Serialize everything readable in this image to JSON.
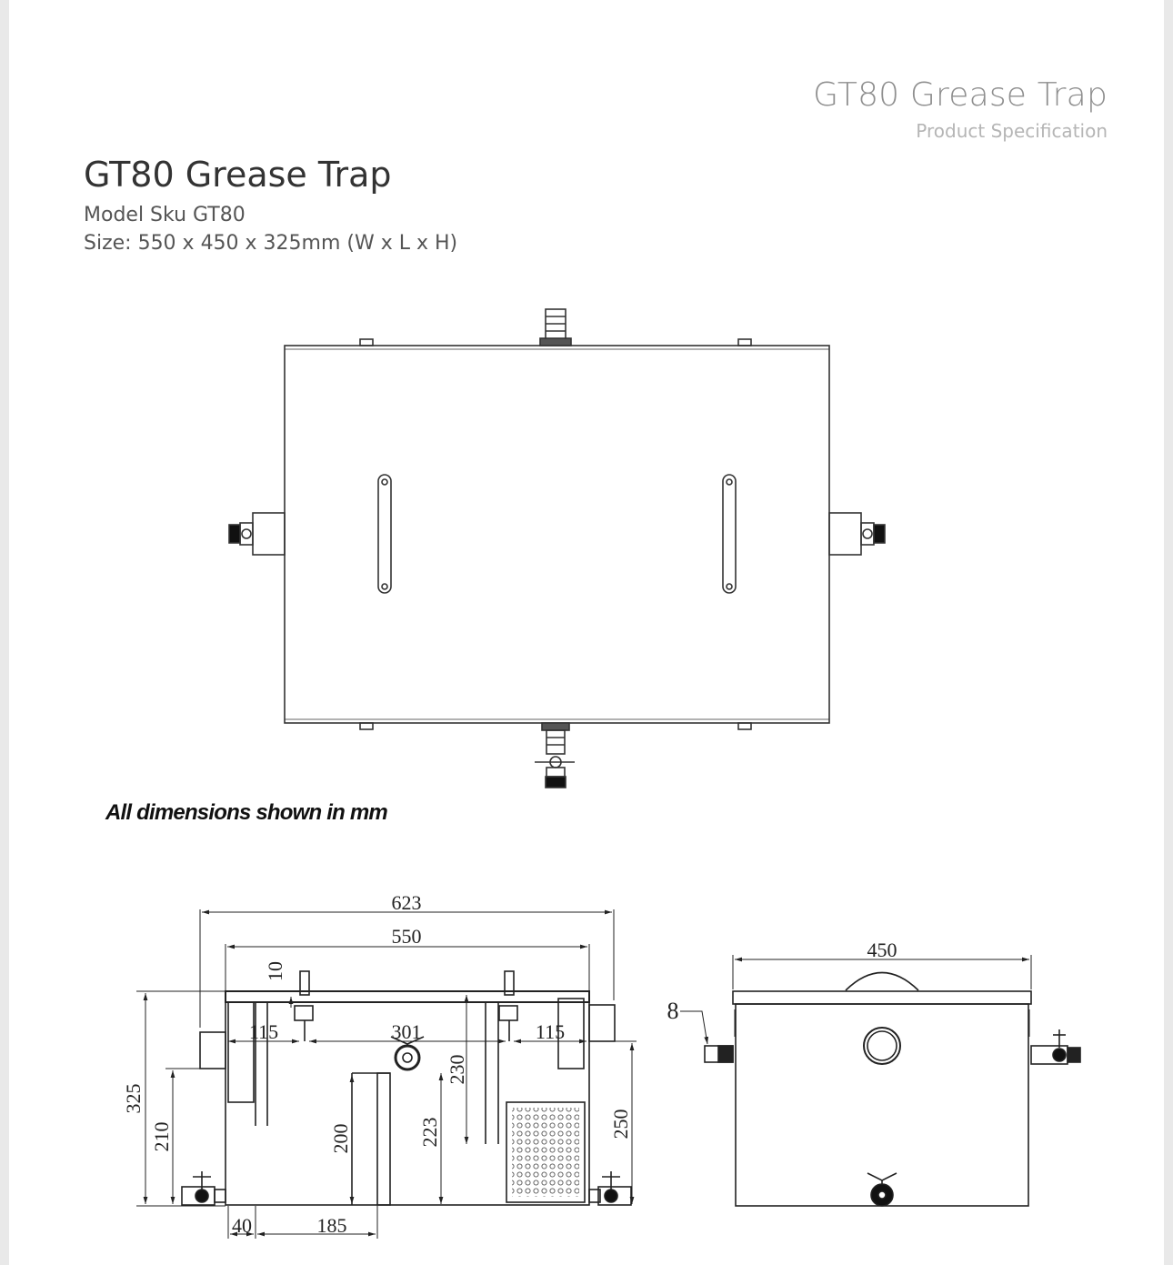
{
  "header": {
    "title": "GT80 Grease Trap",
    "subtitle": "Product Specification"
  },
  "product": {
    "title": "GT80 Grease Trap",
    "model": "Model Sku GT80",
    "size": "Size: 550 x 450 x 325mm (W x L x H)"
  },
  "note": "All dimensions shown in mm",
  "front_view": {
    "overall_width": "623",
    "body_width": "550",
    "lid": "10",
    "baffle_left": "115",
    "baffle_right": "115",
    "centre": "301",
    "outlet_height": "230",
    "overall_height": "325",
    "inlet_height": "210",
    "baffle_height": "200",
    "weir_height": "223",
    "outlet_pipe_height": "250",
    "bottom_offset": "40",
    "bottom_span": "185"
  },
  "side_view": {
    "length": "450",
    "flange": "8"
  }
}
